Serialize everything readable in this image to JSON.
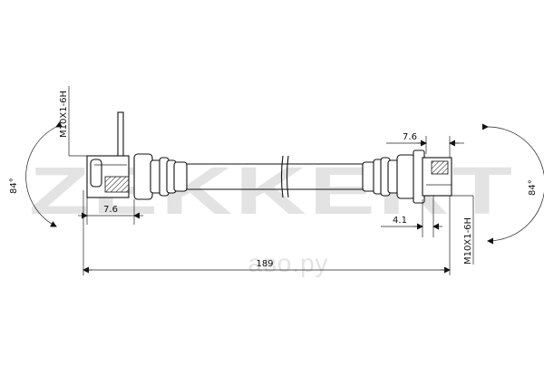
{
  "watermark": {
    "brand": "ZEKKERT",
    "site": "аво.ру"
  },
  "drawing": {
    "left_fitting": {
      "thread": "M10X1-6H",
      "angle": "84°",
      "offset": "7.6"
    },
    "right_fitting": {
      "thread": "M10X1-6H",
      "angle": "84°",
      "offset": "7.6",
      "hex_length": "4.1"
    },
    "overall_length": "189"
  }
}
